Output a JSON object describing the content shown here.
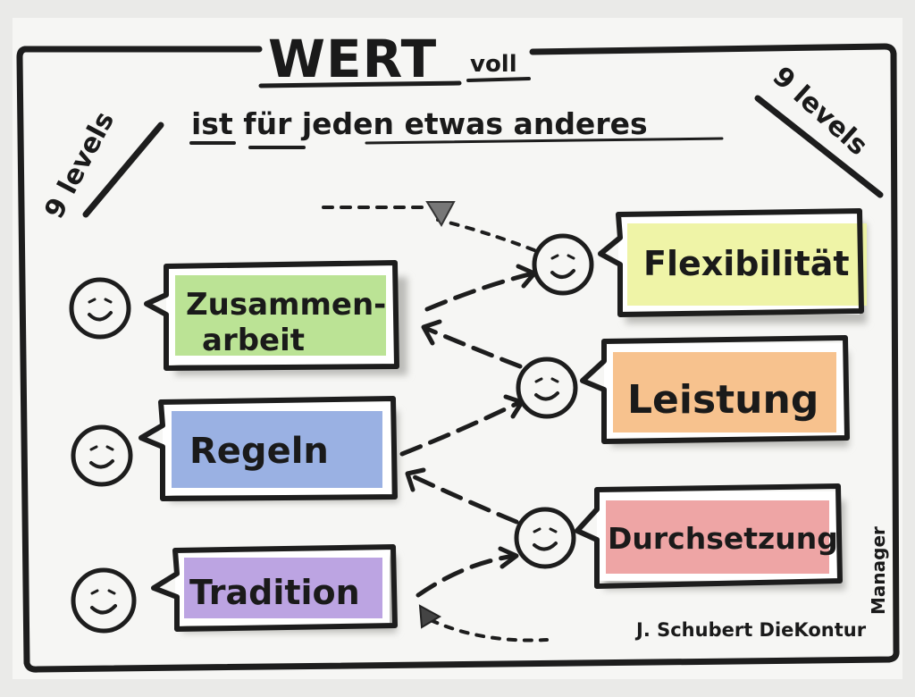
{
  "header": {
    "title_main": "WERT",
    "title_suffix": "voll",
    "subtitle": "ist für jeden etwas anderes",
    "side_left": "9 levels",
    "side_right": "9 levels"
  },
  "left_values": [
    {
      "line1": "Zusammen-",
      "line2": "arbeit",
      "color": "#b4e08a"
    },
    {
      "line1": "Regeln",
      "line2": "",
      "color": "#8fa8e0"
    },
    {
      "line1": "Tradition",
      "line2": "",
      "color": "#b59adf"
    }
  ],
  "right_values": [
    {
      "line1": "Flexibilität",
      "color": "#eef3a2"
    },
    {
      "line1": "Leistung",
      "color": "#f7bf88"
    },
    {
      "line1": "Durchsetzung",
      "color": "#ec9b9b"
    }
  ],
  "footer": {
    "author": "J. Schubert DieKontur",
    "role": "Manager"
  }
}
